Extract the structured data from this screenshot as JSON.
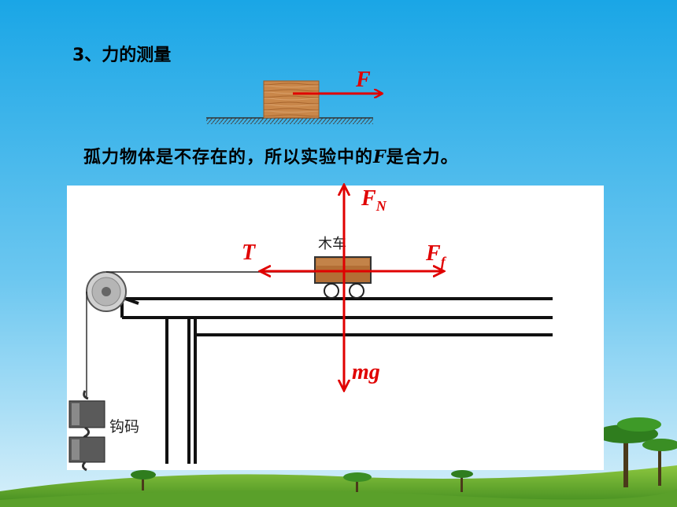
{
  "title": "3、力的测量",
  "statement": {
    "before": "孤力物体是不存在的，所以实验中的",
    "symbol": "F",
    "after": "是合力。"
  },
  "top_figure": {
    "force_label": "F"
  },
  "main_figure": {
    "cart_label": "木车",
    "weights_label": "钩码",
    "forces": {
      "normal": {
        "main": "F",
        "sub": "N"
      },
      "tension": {
        "main": "T"
      },
      "friction": {
        "main": "F",
        "sub": "f"
      },
      "gravity": {
        "main": "mg"
      }
    }
  },
  "colors": {
    "sky_top": "#1aa6e6",
    "sky_bottom": "#c9eaf8",
    "arrow": "#e00000",
    "wood": "#c9874a",
    "grass": "#5aa02a"
  }
}
